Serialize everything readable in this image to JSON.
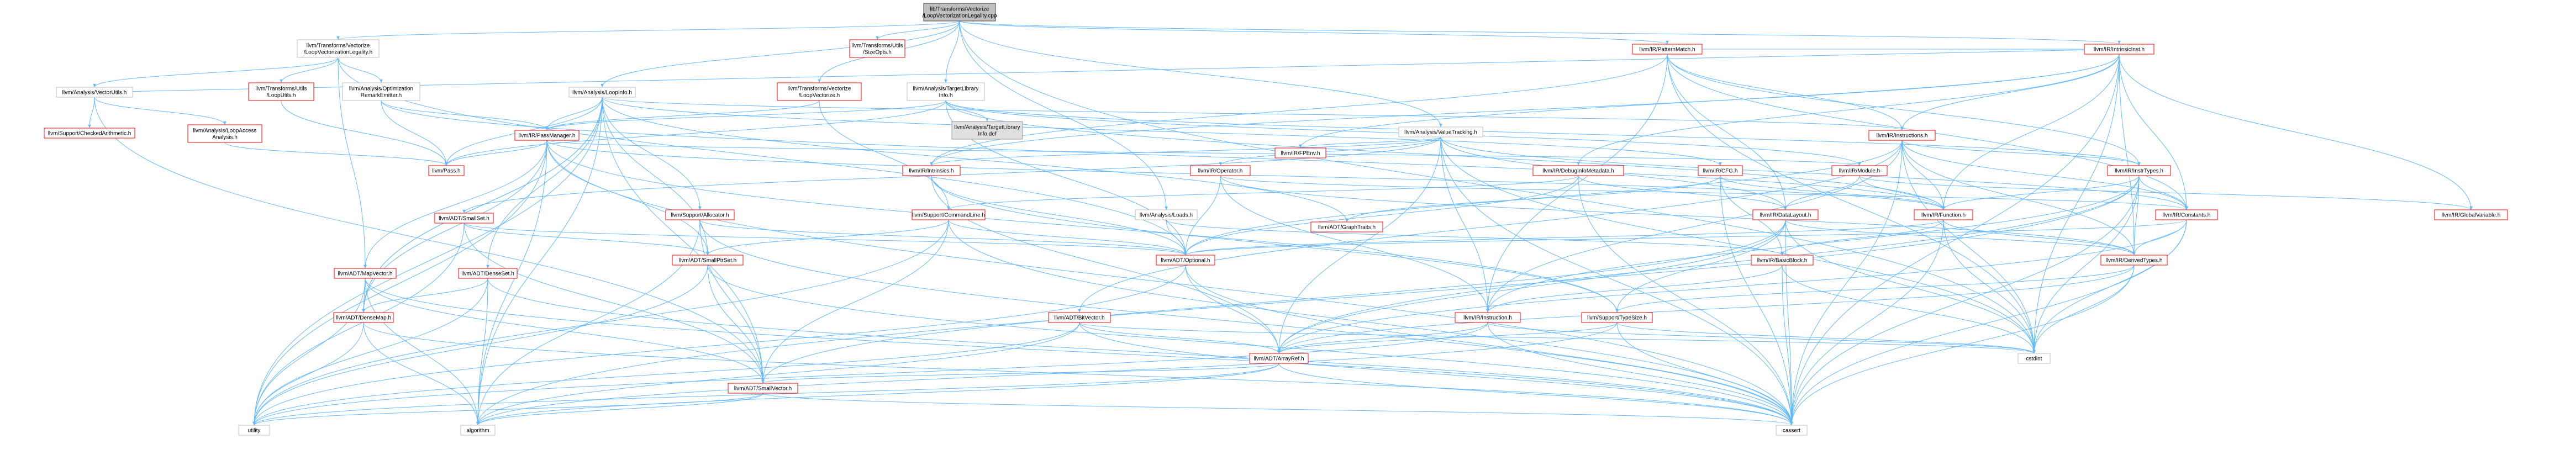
{
  "colors": {
    "root_fill": "#bfbfbf",
    "link_border": "#ff0000",
    "plain_border": "#bfbfbf",
    "edge": "#63b8ff"
  },
  "nodes": [
    {
      "id": "root",
      "label": [
        "lib/Transforms/Vectorize",
        "/LoopVectorizationLegality.cpp"
      ],
      "kind": "root"
    },
    {
      "id": "lvl_h",
      "label": [
        "llvm/Transforms/Vectorize",
        "/LoopVectorizationLegality.h"
      ],
      "kind": "gray"
    },
    {
      "id": "sizeopts",
      "label": [
        "llvm/Transforms/Utils",
        "/SizeOpts.h"
      ],
      "kind": "red"
    },
    {
      "id": "patternmatch",
      "label": [
        "llvm/IR/PatternMatch.h"
      ],
      "kind": "red"
    },
    {
      "id": "intrinsicinst",
      "label": [
        "llvm/IR/IntrinsicInst.h"
      ],
      "kind": "red"
    },
    {
      "id": "vectorutils",
      "label": [
        "llvm/Analysis/VectorUtils.h"
      ],
      "kind": "gray"
    },
    {
      "id": "loopinfo",
      "label": [
        "llvm/Analysis/LoopInfo.h"
      ],
      "kind": "gray"
    },
    {
      "id": "looputils",
      "label": [
        "llvm/Transforms/Utils",
        "/LoopUtils.h"
      ],
      "kind": "red"
    },
    {
      "id": "optremark",
      "label": [
        "llvm/Analysis/Optimization",
        "RemarkEmitter.h"
      ],
      "kind": "gray"
    },
    {
      "id": "loopvectorize",
      "label": [
        "llvm/Transforms/Vectorize",
        "/LoopVectorize.h"
      ],
      "kind": "red"
    },
    {
      "id": "tli",
      "label": [
        "llvm/Analysis/TargetLibrary",
        "Info.h"
      ],
      "kind": "gray"
    },
    {
      "id": "tlidef",
      "label": [
        "llvm/Analysis/TargetLibrary",
        "Info.def"
      ],
      "kind": "dark"
    },
    {
      "id": "valuetracking",
      "label": [
        "llvm/Analysis/ValueTracking.h"
      ],
      "kind": "gray"
    },
    {
      "id": "checkedarith",
      "label": [
        "llvm/Support/CheckedArithmetic.h"
      ],
      "kind": "red"
    },
    {
      "id": "loopaccess",
      "label": [
        "llvm/Analysis/LoopAccess",
        "Analysis.h"
      ],
      "kind": "red"
    },
    {
      "id": "passmanager",
      "label": [
        "llvm/IR/PassManager.h"
      ],
      "kind": "red"
    },
    {
      "id": "pass",
      "label": [
        "llvm/Pass.h"
      ],
      "kind": "red"
    },
    {
      "id": "fpenv",
      "label": [
        "llvm/IR/FPEnv.h"
      ],
      "kind": "red"
    },
    {
      "id": "instructions",
      "label": [
        "llvm/IR/Instructions.h"
      ],
      "kind": "red"
    },
    {
      "id": "intrinsics",
      "label": [
        "llvm/IR/Intrinsics.h"
      ],
      "kind": "red"
    },
    {
      "id": "operator",
      "label": [
        "llvm/IR/Operator.h"
      ],
      "kind": "red"
    },
    {
      "id": "debuginfometa",
      "label": [
        "llvm/IR/DebugInfoMetadata.h"
      ],
      "kind": "red"
    },
    {
      "id": "cfg",
      "label": [
        "llvm/IR/CFG.h"
      ],
      "kind": "red"
    },
    {
      "id": "module",
      "label": [
        "llvm/IR/Module.h"
      ],
      "kind": "red"
    },
    {
      "id": "insttypes",
      "label": [
        "llvm/IR/InstrTypes.h"
      ],
      "kind": "red"
    },
    {
      "id": "smallset",
      "label": [
        "llvm/ADT/SmallSet.h"
      ],
      "kind": "red"
    },
    {
      "id": "allocator",
      "label": [
        "llvm/Support/Allocator.h"
      ],
      "kind": "red"
    },
    {
      "id": "commandline",
      "label": [
        "llvm/Support/CommandLine.h"
      ],
      "kind": "red"
    },
    {
      "id": "loads",
      "label": [
        "llvm/Analysis/Loads.h"
      ],
      "kind": "gray"
    },
    {
      "id": "graphtraits",
      "label": [
        "llvm/ADT/GraphTraits.h"
      ],
      "kind": "red"
    },
    {
      "id": "datalayout",
      "label": [
        "llvm/IR/DataLayout.h"
      ],
      "kind": "red"
    },
    {
      "id": "function",
      "label": [
        "llvm/IR/Function.h"
      ],
      "kind": "red"
    },
    {
      "id": "constants",
      "label": [
        "llvm/IR/Constants.h"
      ],
      "kind": "red"
    },
    {
      "id": "globalvariable",
      "label": [
        "llvm/IR/GlobalVariable.h"
      ],
      "kind": "red"
    },
    {
      "id": "mapvector",
      "label": [
        "llvm/ADT/MapVector.h"
      ],
      "kind": "red"
    },
    {
      "id": "denseset",
      "label": [
        "llvm/ADT/DenseSet.h"
      ],
      "kind": "red"
    },
    {
      "id": "smallptrset",
      "label": [
        "llvm/ADT/SmallPtrSet.h"
      ],
      "kind": "red"
    },
    {
      "id": "optional",
      "label": [
        "llvm/ADT/Optional.h"
      ],
      "kind": "red"
    },
    {
      "id": "basicblock",
      "label": [
        "llvm/IR/BasicBlock.h"
      ],
      "kind": "red"
    },
    {
      "id": "derivedtypes",
      "label": [
        "llvm/IR/DerivedTypes.h"
      ],
      "kind": "red"
    },
    {
      "id": "densemap",
      "label": [
        "llvm/ADT/DenseMap.h"
      ],
      "kind": "red"
    },
    {
      "id": "bitvector",
      "label": [
        "llvm/ADT/BitVector.h"
      ],
      "kind": "red"
    },
    {
      "id": "instruction",
      "label": [
        "llvm/IR/Instruction.h"
      ],
      "kind": "red"
    },
    {
      "id": "typesize",
      "label": [
        "llvm/Support/TypeSize.h"
      ],
      "kind": "red"
    },
    {
      "id": "cstdint",
      "label": [
        "cstdint"
      ],
      "kind": "gray"
    },
    {
      "id": "arrayref",
      "label": [
        "llvm/ADT/ArrayRef.h"
      ],
      "kind": "red"
    },
    {
      "id": "smallvector",
      "label": [
        "llvm/ADT/SmallVector.h"
      ],
      "kind": "red"
    },
    {
      "id": "utility",
      "label": [
        "utility"
      ],
      "kind": "gray"
    },
    {
      "id": "algorithm",
      "label": [
        "algorithm"
      ],
      "kind": "gray"
    },
    {
      "id": "cassert",
      "label": [
        "cassert"
      ],
      "kind": "gray"
    }
  ]
}
